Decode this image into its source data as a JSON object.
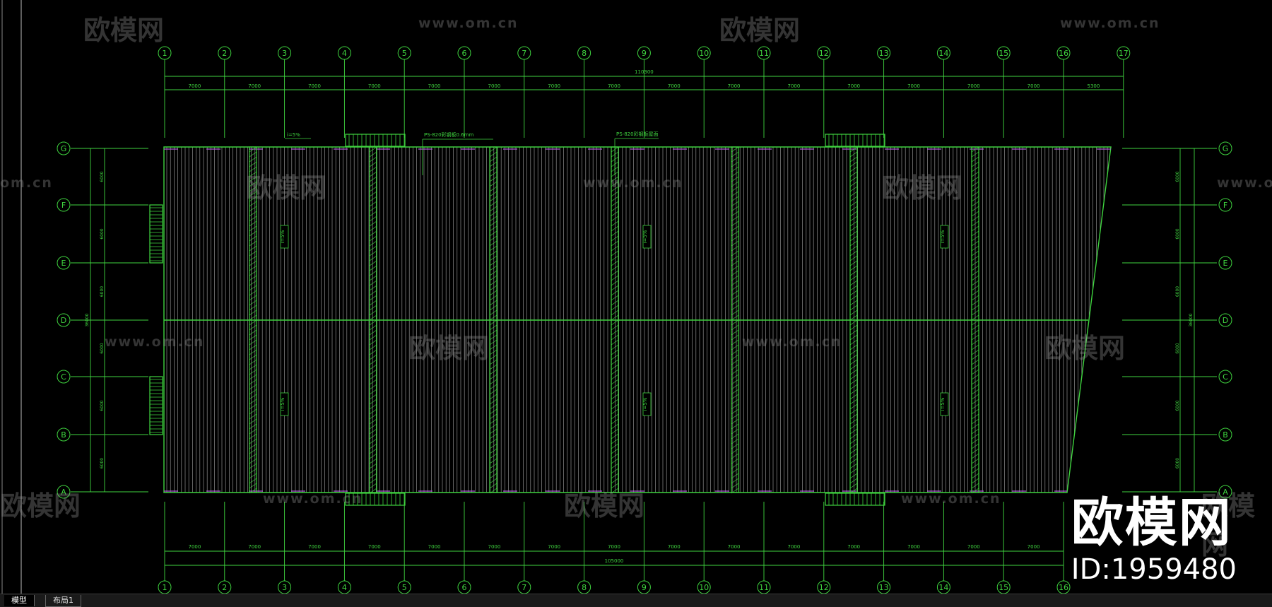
{
  "drawing": {
    "axis_numbers_top": [
      "1",
      "2",
      "3",
      "4",
      "5",
      "6",
      "7",
      "8",
      "9",
      "10",
      "11",
      "12",
      "13",
      "14",
      "15",
      "16",
      "17"
    ],
    "axis_numbers_bottom": [
      "1",
      "2",
      "3",
      "4",
      "5",
      "6",
      "7",
      "8",
      "9",
      "10",
      "11",
      "12",
      "13",
      "14",
      "15",
      "16"
    ],
    "axis_letters": [
      "G",
      "F",
      "E",
      "D",
      "C",
      "B",
      "A"
    ],
    "top_bay_dims": [
      "7000",
      "7000",
      "7000",
      "7000",
      "7000",
      "7000",
      "7000",
      "7000",
      "7000",
      "7000",
      "7000",
      "7000",
      "7000",
      "7000",
      "7000",
      "5300"
    ],
    "top_total_dim": "110300",
    "bottom_bay_dims": [
      "7000",
      "7000",
      "7000",
      "7000",
      "7000",
      "7000",
      "7000",
      "7000",
      "7000",
      "7000",
      "7000",
      "7000",
      "7000",
      "7000",
      "7000"
    ],
    "bottom_total_dim": "105000",
    "side_dims": [
      "6000",
      "6000",
      "6000",
      "6000",
      "6000",
      "6000"
    ],
    "side_total_dim": "36000",
    "annotation_1": "PS-820彩钢板0.6mm",
    "annotation_2": "PS-820彩钢板屋面",
    "annotation_3": "i=5%",
    "slope_label": "i=5%",
    "colors": {
      "line": "#3fd43f",
      "panel": "#bfbfbf",
      "text": "#3fd43f",
      "purple": "#b05cd6"
    }
  },
  "watermark": {
    "logo": "欧模网",
    "url": "www.om.cn",
    "url_short": "om.cn"
  },
  "brand": {
    "name": "欧模网",
    "id": "ID:1959480"
  },
  "tabs": [
    "模型",
    "布局1"
  ]
}
